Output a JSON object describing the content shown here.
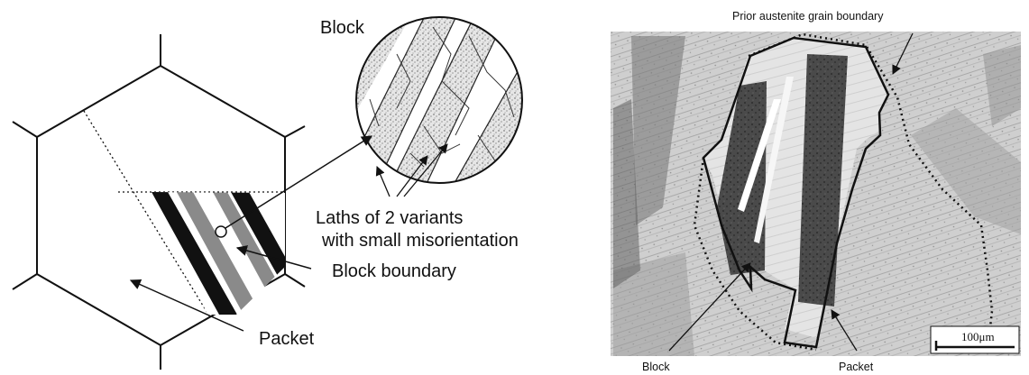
{
  "schematic": {
    "labels": {
      "block": "Block",
      "laths": "Laths of 2 variants",
      "misorientation": "with small misorientation",
      "block_boundary": "Block boundary",
      "packet": "Packet"
    }
  },
  "micrograph": {
    "labels": {
      "prior_austenite": "Prior austenite grain boundary",
      "block": "Block",
      "packet": "Packet",
      "scale_bar": "100μm"
    }
  },
  "colors": {
    "ink": "#111111",
    "stripe_gray": "#8a8a8a",
    "micrograph_bg": "#c9c9c9"
  }
}
